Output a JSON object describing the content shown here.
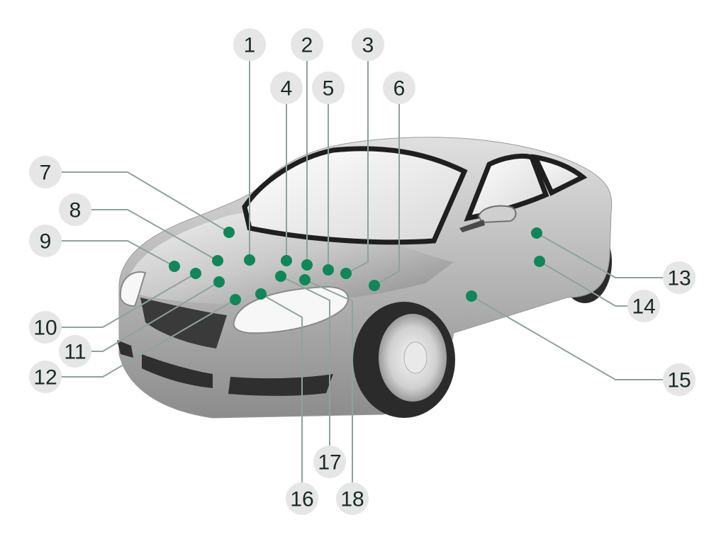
{
  "diagram": {
    "accent_color": "#10875a",
    "labels": [
      {
        "id": "1",
        "text": "1"
      },
      {
        "id": "2",
        "text": "2"
      },
      {
        "id": "3",
        "text": "3"
      },
      {
        "id": "4",
        "text": "4"
      },
      {
        "id": "5",
        "text": "5"
      },
      {
        "id": "6",
        "text": "6"
      },
      {
        "id": "7",
        "text": "7"
      },
      {
        "id": "8",
        "text": "8"
      },
      {
        "id": "9",
        "text": "9"
      },
      {
        "id": "10",
        "text": "10"
      },
      {
        "id": "11",
        "text": "11"
      },
      {
        "id": "12",
        "text": "12"
      },
      {
        "id": "13",
        "text": "13"
      },
      {
        "id": "14",
        "text": "14"
      },
      {
        "id": "15",
        "text": "15"
      },
      {
        "id": "16",
        "text": "16"
      },
      {
        "id": "17",
        "text": "17"
      },
      {
        "id": "18",
        "text": "18"
      }
    ]
  }
}
